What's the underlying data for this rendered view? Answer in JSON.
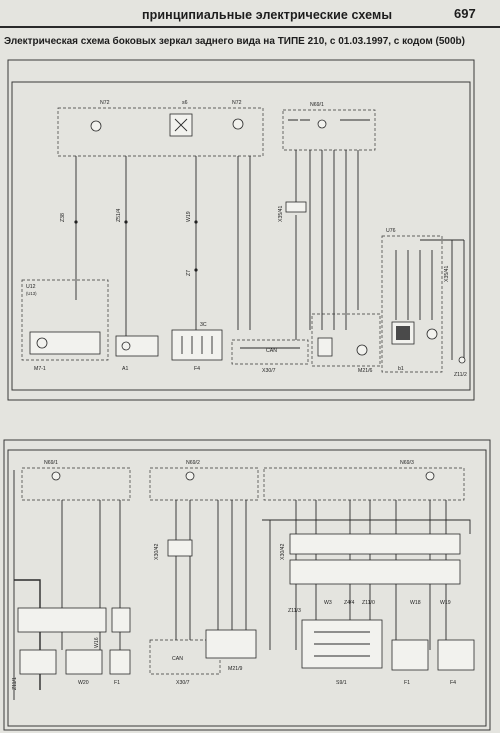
{
  "header": {
    "title": "принципиальные электрические схемы",
    "page_number": "697"
  },
  "caption": "Электрическая схема боковых зеркал заднего вида на ТИПЕ 210, с 01.03.1997, с кодом (500b)",
  "diagram_top": {
    "labels": {
      "n72_left": "N72",
      "n72_right": "N72",
      "s6": "s6",
      "n69_1": "N69/1",
      "z38": "Z38",
      "z51_4": "Z51/4",
      "w19": "W19",
      "z7": "Z7",
      "x35_41": "X35/41",
      "x35_41b": "X35/41",
      "u12": "U12",
      "u12_sub": "(U13)",
      "m7_1": "M7-1",
      "a1": "A1",
      "f4": "F4",
      "f3c": "3C",
      "can": "CAN",
      "x30_7": "X30/7",
      "m21_6": "M21/6",
      "u76": "U76",
      "b1": "b1",
      "z11_2": "Z11/2"
    }
  },
  "diagram_bottom": {
    "labels": {
      "n69_1": "N69/1",
      "n69_2": "N69/2",
      "n69_3": "N69/3",
      "x30_42": "X30/42",
      "x30_42b": "X30/42",
      "z11_1": "Z11/1",
      "w20": "W20",
      "w16": "W16",
      "f1": "F1",
      "can": "CAN",
      "x30_7": "X30/7",
      "m21_9": "M21/9",
      "z11_3": "Z11/3",
      "w3": "W3",
      "z4_4": "Z4/4",
      "z11_0": "Z11/0",
      "s9_1": "S9/1",
      "w18": "W18",
      "w19": "W19",
      "f1b": "F1",
      "f4": "F4"
    }
  }
}
